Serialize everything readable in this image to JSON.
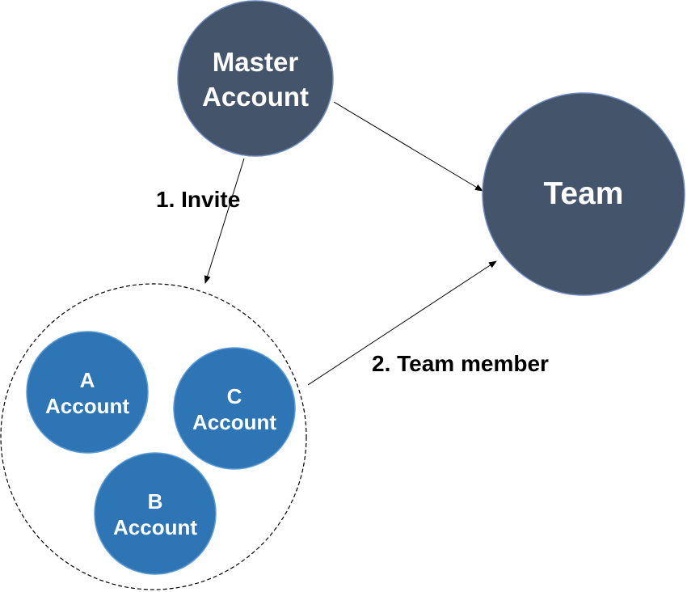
{
  "colors": {
    "dark_node": "#44546a",
    "dark_node_stroke": "#6f8bbd",
    "account_node": "#2e75b6",
    "account_node_stroke": "#5b9bd5",
    "group_border": "#000000",
    "arrow": "#000000",
    "text_on_node": "#ffffff",
    "label_text": "#000000"
  },
  "nodes": {
    "master": {
      "line1": "Master",
      "line2": "Account"
    },
    "team": {
      "label": "Team"
    },
    "account_a": {
      "line1": "A",
      "line2": "Account"
    },
    "account_b": {
      "line1": "B",
      "line2": "Account"
    },
    "account_c": {
      "line1": "C",
      "line2": "Account"
    }
  },
  "edges": {
    "invite": {
      "label": "1. Invite"
    },
    "team_member": {
      "label": "2. Team member"
    }
  }
}
